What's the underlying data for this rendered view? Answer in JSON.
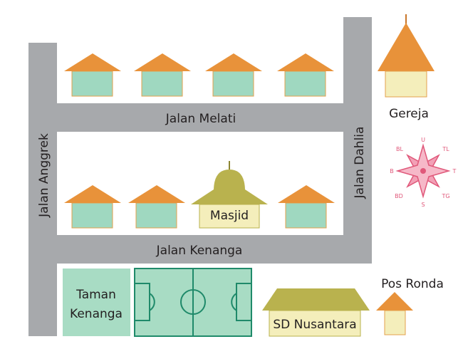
{
  "map": {
    "streets": {
      "anggrek": "Jalan Anggrek",
      "melati": "Jalan Melati",
      "dahlia": "Jalan Dahlia",
      "kenanga": "Jalan Kenanga"
    },
    "places": {
      "gereja": "Gereja",
      "masjid": "Masjid",
      "taman": [
        "Taman",
        "Kenanga"
      ],
      "sd": "SD Nusantara",
      "pos_ronda": "Pos Ronda"
    },
    "compass": {
      "north": "U",
      "south": "S",
      "east": "T",
      "west": "B",
      "northeast": "TL",
      "northwest": "BL",
      "southeast": "TG",
      "southwest": "BD"
    },
    "colors": {
      "road": "#a7a9ac",
      "roof": "#e8923a",
      "wall": "#9fd8c0",
      "mosque": "#b9b24e",
      "cream_wall": "#f4eebb",
      "field": "#a8dcc4",
      "field_line": "#1f8a6a",
      "compass": "#e0587a"
    }
  }
}
